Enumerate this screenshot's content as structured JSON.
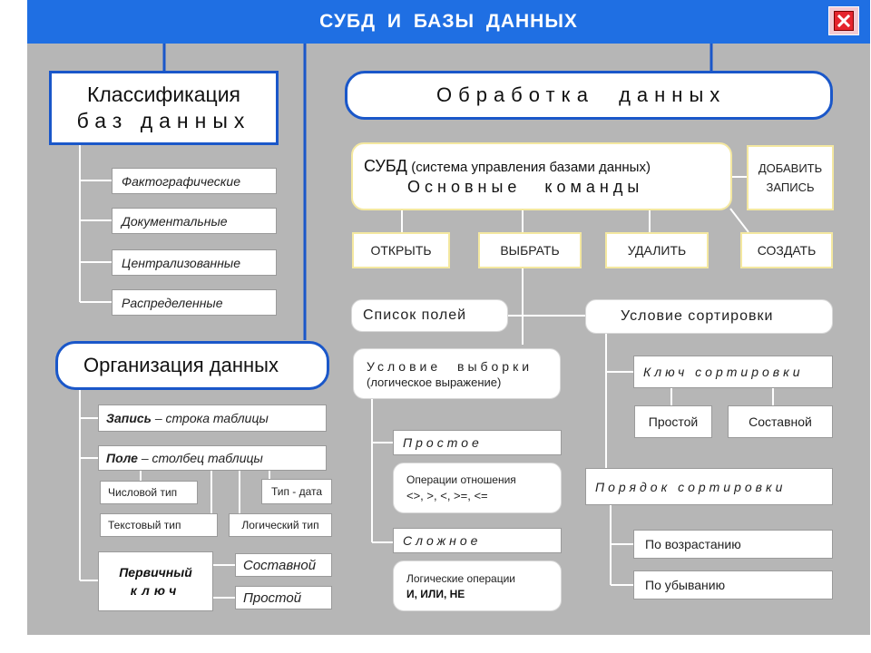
{
  "header": {
    "title": "СУБД И БАЗЫ ДАННЫХ"
  },
  "controls": {
    "close_icon": "close-icon"
  },
  "left": {
    "classification": {
      "line1": "Классификация",
      "line2": "баз данных"
    },
    "classification_items": [
      "Фактографические",
      "Документальные",
      "Централизованные",
      "Распределенные"
    ],
    "organization": {
      "title": "Организация данных"
    },
    "record": {
      "bold": "Запись",
      "rest": " – строка таблицы"
    },
    "field": {
      "bold": "Поле",
      "rest": " – столбец таблицы"
    },
    "field_types": {
      "numeric": "Числовой тип",
      "text": "Текстовый тип",
      "date": "Тип - дата",
      "logical": "Логический тип"
    },
    "primary_key": {
      "line1": "Первичный",
      "line2": "ключ",
      "composite": "Составной",
      "simple": "Простой"
    }
  },
  "right": {
    "processing": {
      "title": "Обработка данных"
    },
    "dbms": {
      "title": "СУБД",
      "subtitle": "(система управления базами данных)",
      "line2": "Основные команды"
    },
    "add_record": {
      "line1": "ДОБАВИТЬ",
      "line2": "ЗАПИСЬ"
    },
    "commands": {
      "open": "ОТКРЫТЬ",
      "select": "ВЫБРАТЬ",
      "delete": "УДАЛИТЬ",
      "create": "СОЗДАТЬ"
    },
    "field_list": "Список полей",
    "sort_condition": "Условие сортировки",
    "select_condition": {
      "line1": "Условие выборки",
      "line2": "(логическое выражение)"
    },
    "simple": "Простое",
    "relation_ops": {
      "line1": "Операции отношения",
      "line2": "<>, >, <, >=, <="
    },
    "complex": "Сложное",
    "logic_ops": {
      "line1": "Логические операции",
      "line2": "И, ИЛИ, НЕ"
    },
    "sort_key": "Ключ сортировки",
    "key_simple": "Простой",
    "key_composite": "Составной",
    "sort_order": "Порядок сортировки",
    "ascending": "По возрастанию",
    "descending": "По убыванию"
  }
}
